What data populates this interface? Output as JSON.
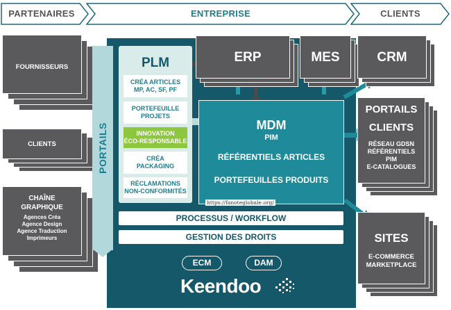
{
  "header": {
    "partenaires": "PARTENAIRES",
    "entreprise": "ENTREPRISE",
    "clients": "CLIENTS"
  },
  "left": {
    "fournisseurs": "FOURNISSEURS",
    "clients": "CLIENTS",
    "chaine_title": [
      "CHAÎNE",
      "GRAPHIQUE"
    ],
    "chaine_items": [
      "Agences Créa",
      "Agence Design",
      "Agence Traduction",
      "Imprimeurs"
    ]
  },
  "portails": "PORTAILS",
  "plm": {
    "title": "PLM",
    "items": [
      [
        "CRÉA ARTICLES",
        "MP, AC, SF, PF"
      ],
      [
        "PORTEFEUILLE",
        "PROJETS"
      ],
      [
        "INNOVATION",
        "ÉCO-RESPONSABLE"
      ],
      [
        "CRÉA",
        "PACKAGING"
      ],
      [
        "RÉCLAMATIONS",
        "NON-CONFORMITÉS"
      ]
    ]
  },
  "top": {
    "erp": "ERP",
    "mes": "MES",
    "crm": "CRM"
  },
  "mdm": {
    "title": "MDM",
    "subtitle": "PIM",
    "line1": "RÉFÉRENTIELS ARTICLES",
    "line2": "PORTEFEUILLES PRODUITS"
  },
  "url": "https://fanoteglobale.org/",
  "bars": {
    "processus": "PROCESSUS / WORKFLOW",
    "droits": "GESTION DES DROITS"
  },
  "pills": {
    "ecm": "ECM",
    "dam": "DAM"
  },
  "logo": "Keendoo",
  "right": {
    "portails_title": [
      "PORTAILS",
      "CLIENTS"
    ],
    "portails_items": [
      "RÉSEAU GDSN",
      "RÉFÉRENTIELS",
      "PIM",
      "E-CATALOGUES"
    ],
    "sites_title": "SITES",
    "sites_items": [
      "E-COMMERCE",
      "MARKETPLACE"
    ]
  },
  "colors": {
    "teal_dark": "#15586a",
    "teal": "#1f8a99",
    "gray": "#5a5a5c",
    "light_panel": "#d9ece9",
    "green": "#8dc63f"
  }
}
